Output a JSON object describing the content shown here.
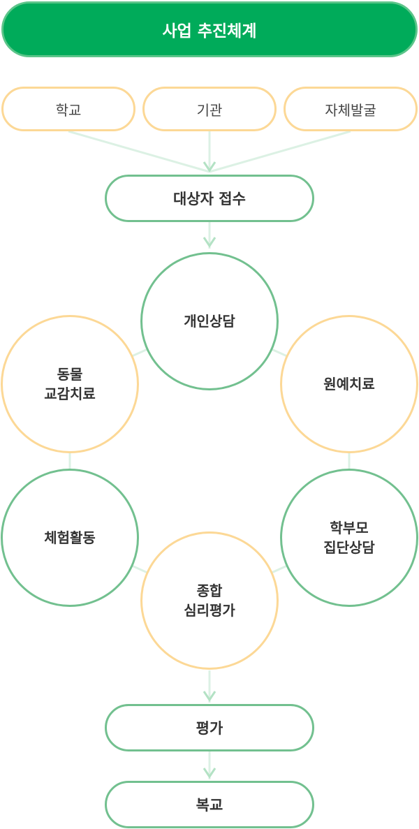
{
  "title": "사업 추진체계",
  "sources": [
    "학교",
    "기관",
    "자체발굴"
  ],
  "intake": "대상자 접수",
  "programs": {
    "individual_counseling": "개인상담",
    "horticulture_therapy": "원예치료",
    "parent_group_counseling": "학부모\n집단상담",
    "psych_evaluation": "종합\n심리평가",
    "experience_activity": "체험활동",
    "animal_therapy": "동물\n교감치료"
  },
  "evaluation": "평가",
  "return_to_school": "복교",
  "colors": {
    "title_bg": "#00ab5a",
    "green_border": "#72c08f",
    "yellow_border": "#fcd896",
    "connector": "#dcf1e4",
    "arrow": "#b3e2c4"
  }
}
